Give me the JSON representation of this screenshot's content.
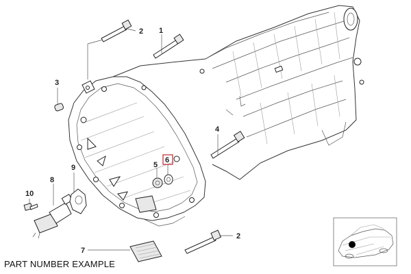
{
  "caption": "PART NUMBER EXAMPLE",
  "highlight_color": "#c0262d",
  "callouts": [
    {
      "id": "1",
      "label": "1"
    },
    {
      "id": "2a",
      "label": "2"
    },
    {
      "id": "2b",
      "label": "2"
    },
    {
      "id": "3",
      "label": "3"
    },
    {
      "id": "4",
      "label": "4"
    },
    {
      "id": "5",
      "label": "5"
    },
    {
      "id": "6",
      "label": "6",
      "highlighted": true
    },
    {
      "id": "7",
      "label": "7"
    },
    {
      "id": "8",
      "label": "8"
    },
    {
      "id": "9",
      "label": "9"
    },
    {
      "id": "10",
      "label": "10"
    }
  ]
}
